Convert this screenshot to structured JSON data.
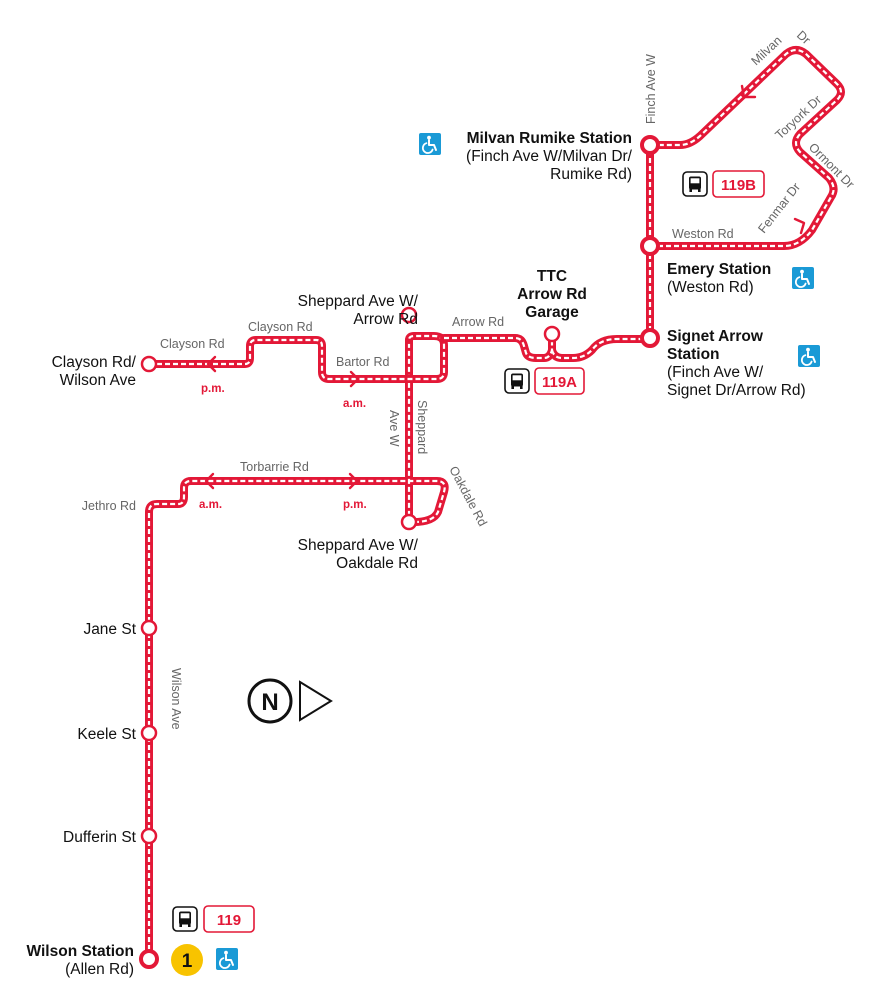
{
  "colors": {
    "route": "#e31837",
    "accessible": "#1a9ad6",
    "subway_line_1": "#f8c300"
  },
  "stations": {
    "wilson": {
      "name": "Wilson Station",
      "sub": "(Allen Rd)",
      "subway_line": "1"
    },
    "milvan": {
      "name": "Milvan Rumike Station",
      "sub1": "(Finch Ave W/Milvan Dr/",
      "sub2": "Rumike Rd)"
    },
    "emery": {
      "name": "Emery Station",
      "sub": "(Weston Rd)"
    },
    "signet": {
      "name1": "Signet Arrow",
      "name2": "Station",
      "sub1": "(Finch Ave W/",
      "sub2": "Signet Dr/Arrow Rd)"
    },
    "garage": {
      "line1": "TTC",
      "line2": "Arrow Rd",
      "line3": "Garage"
    }
  },
  "stops": {
    "clayson": {
      "line1": "Clayson Rd/",
      "line2": "Wilson Ave"
    },
    "sheppard_arrow": {
      "line1": "Sheppard Ave W/",
      "line2": "Arrow Rd"
    },
    "sheppard_oakdale": {
      "line1": "Sheppard Ave W/",
      "line2": "Oakdale Rd"
    },
    "jane": "Jane St",
    "keele": "Keele St",
    "dufferin": "Dufferin St"
  },
  "streets": {
    "clayson1": "Clayson Rd",
    "clayson2": "Clayson Rd",
    "bartor": "Bartor Rd",
    "arrow": "Arrow Rd",
    "torbarrie": "Torbarrie Rd",
    "jethro": "Jethro Rd",
    "wilson_ave": "Wilson Ave",
    "sheppard_a": "Sheppard",
    "sheppard_b": "Ave W",
    "oakdale": "Oakdale Rd",
    "finch": "Finch Ave W",
    "milvan_a": "Milvan",
    "milvan_b": "Dr",
    "toryork": "Toryork Dr",
    "ormont": "Ormont Dr",
    "fenmar": "Fenmar Dr",
    "weston": "Weston Rd"
  },
  "time_labels": {
    "pm_clayson": "p.m.",
    "am_bartor": "a.m.",
    "am_torbarrie": "a.m.",
    "pm_torbarrie": "p.m."
  },
  "routes": {
    "main": "119",
    "branch_a": "119A",
    "branch_b": "119B"
  },
  "icons": [
    "bus-icon",
    "wheelchair-accessible-icon",
    "subway-line-icon",
    "north-arrow-icon"
  ],
  "compass": "N"
}
